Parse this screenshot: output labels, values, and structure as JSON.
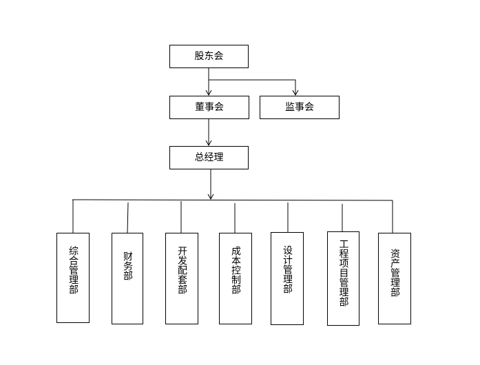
{
  "org": {
    "shareholders": "股东会",
    "board": "董事会",
    "supervisors": "监事会",
    "general_manager": "总经理",
    "departments": [
      "综合管理部",
      "财务部",
      "开发配套部",
      "成本控制部",
      "设计管理部",
      "工程项目管理部",
      "资产管理部"
    ]
  },
  "colors": {
    "line": "#000000",
    "box_border": "#000000",
    "background": "#ffffff"
  }
}
